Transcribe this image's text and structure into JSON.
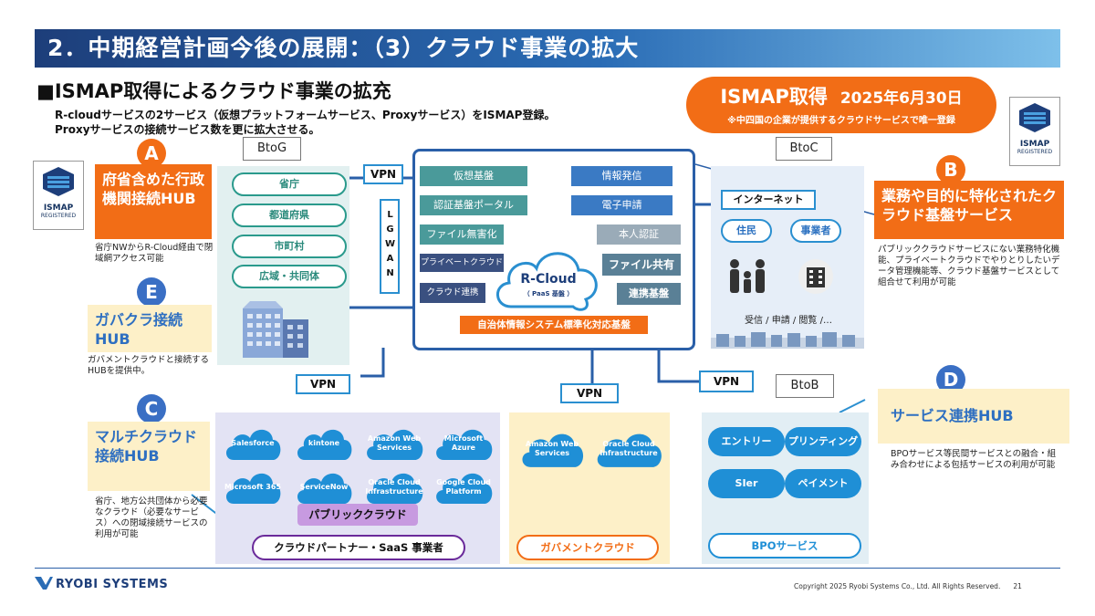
{
  "header": {
    "title": "2．中期経営計画今後の展開：（3）クラウド事業の拡大",
    "subtitle": "■ISMAP取得によるクラウド事業の拡充",
    "desc_line1": "R-cloudサービスの2サービス（仮想プラットフォームサービス、Proxyサービス）をISMAP登録。",
    "desc_line2": "Proxyサービスの接続サービス数を更に拡大させる。"
  },
  "ismap": {
    "title": "ISMAP取得",
    "date": "2025年6月30日",
    "note": "※中四国の企業が提供するクラウドサービスで唯一登録",
    "badge_line1": "ISMAP",
    "badge_line2": "REGISTERED"
  },
  "hubs": {
    "a": {
      "letter": "A",
      "title": "府省含めた行政機関接続HUB",
      "note": "省庁NWからR-Cloud経由で閉域網アクセス可能"
    },
    "b": {
      "letter": "B",
      "title": "業務や目的に特化されたクラウド基盤サービス",
      "note": "パブリッククラウドサービスにない業務特化機能、プライベートクラウドでやりとりしたいデータ管理機能等、クラウド基盤サービスとして組合せて利用が可能"
    },
    "c": {
      "letter": "C",
      "title": "マルチクラウド接続HUB",
      "note": "省庁、地方公共団体から必要なクラウド（必要なサービス）への閉域接続サービスの利用が可能"
    },
    "d": {
      "letter": "D",
      "title": "サービス連携HUB",
      "note": "BPOサービス等民間サービスとの融合・組み合わせによる包括サービスの利用が可能"
    },
    "e": {
      "letter": "E",
      "title": "ガバクラ接続HUB",
      "note": "ガバメントクラウドと接続するHUBを提供中。"
    }
  },
  "btog": {
    "label": "BtoG",
    "items": [
      "省庁",
      "都道府県",
      "市町村",
      "広域・共同体"
    ],
    "lgwan": "LGWAN"
  },
  "vpn_label": "VPN",
  "core": {
    "left": [
      "仮想基盤",
      "認証基盤ポータル",
      "ファイル無害化",
      "プライベートクラウド",
      "クラウド連携"
    ],
    "right": [
      "情報発信",
      "電子申請",
      "本人認証",
      "ファイル共有",
      "連携基盤"
    ],
    "cloud_title": "R-Cloud",
    "cloud_sub": "（ PaaS 基盤 ）",
    "banner": "自治体情報システム標準化対応基盤"
  },
  "btoc": {
    "label": "BtoC",
    "internet": "インターネット",
    "items": [
      "住民",
      "事業者"
    ],
    "caption": "受信 / 申請 / 閲覧 /…"
  },
  "public_cloud": {
    "clouds": [
      "Salesforce",
      "kintone",
      "Amazon Web Services",
      "Microsoft Azure",
      "Microsoft 365",
      "ServiceNow",
      "Oracle Cloud Infrastructure",
      "Google Cloud Platform"
    ],
    "label": "パブリッククラウド",
    "footer": "クラウドパートナー・SaaS 事業者"
  },
  "gov_cloud": {
    "clouds": [
      "Amazon Web Services",
      "Oracle Cloud Infrastructure"
    ],
    "footer": "ガバメントクラウド"
  },
  "btob": {
    "label": "BtoB",
    "items": [
      "エントリー",
      "プリンティング",
      "SIer",
      "ペイメント"
    ],
    "footer": "BPOサービス"
  },
  "footer": {
    "logo": "RYOBI SYSTEMS",
    "copyright": "Copyright 2025 Ryobi Systems Co., Ltd. All Rights Reserved.",
    "page": "21"
  },
  "colors": {
    "orange": "#f26d16",
    "navy": "#1d3e7a",
    "blue": "#2a6cb5",
    "teal": "#2a9a8c"
  }
}
